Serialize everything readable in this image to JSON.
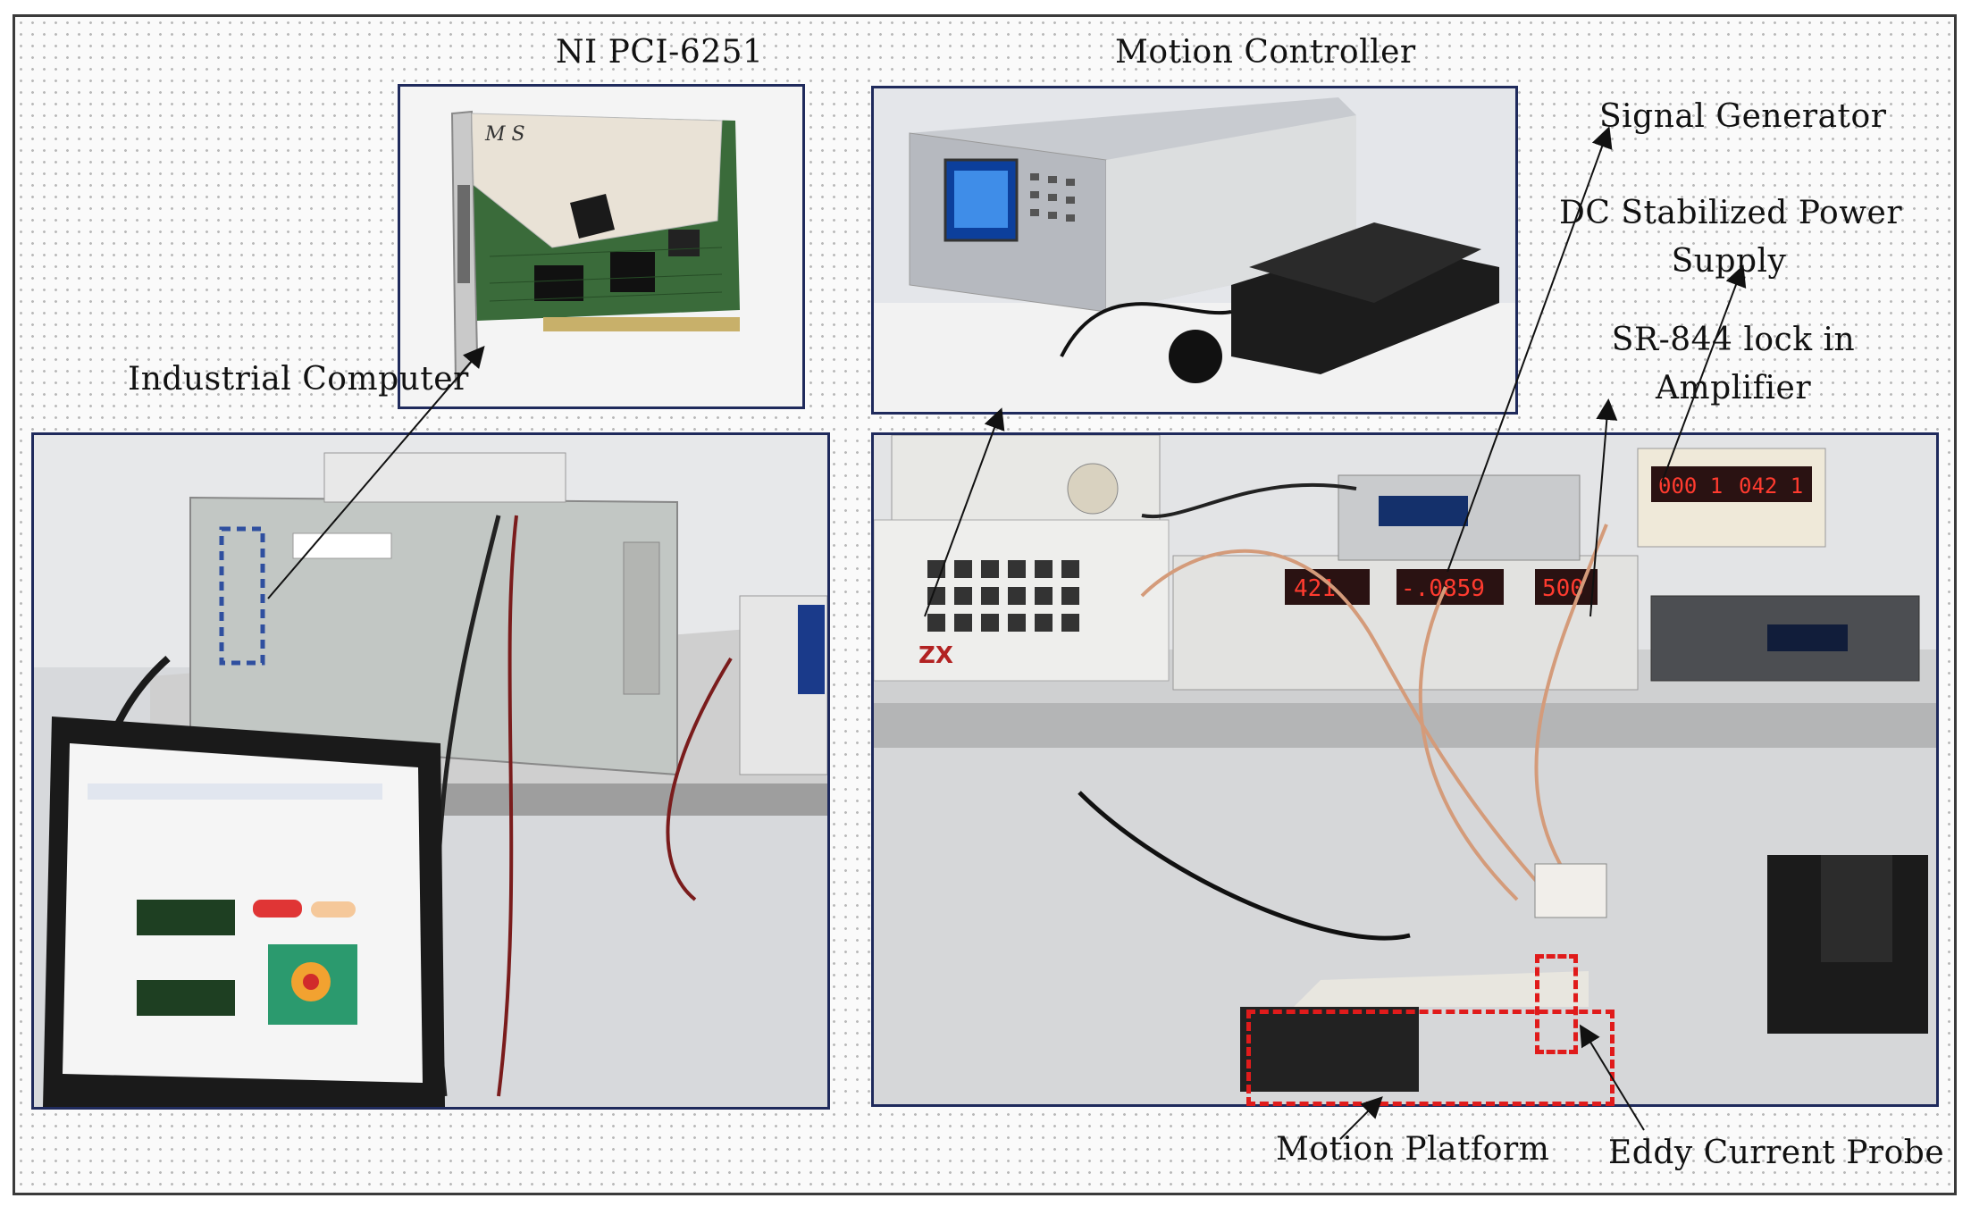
{
  "labels": {
    "ni_pci": "NI PCI-6251",
    "motion_controller": "Motion Controller",
    "signal_generator": "Signal Generator",
    "dc_power_line1": "DC Stabilized Power",
    "dc_power_line2": "Supply",
    "lockin_line1": "SR-844 lock in",
    "lockin_line2": "Amplifier",
    "industrial_computer": "Industrial Computer",
    "motion_platform": "Motion Platform",
    "eddy_probe": "Eddy Current Probe"
  },
  "colors": {
    "photo_border": "#1f2a5c",
    "highlight_dashed": "#e01b1b",
    "computer_highlight": "#2f4f9f"
  },
  "device_readouts": {
    "power_supply_left": "000 1",
    "power_supply_right": "042 1",
    "lockin_left": "421",
    "lockin_mid": "-.0859",
    "lockin_right": "500"
  },
  "panel_brand": "ZX"
}
